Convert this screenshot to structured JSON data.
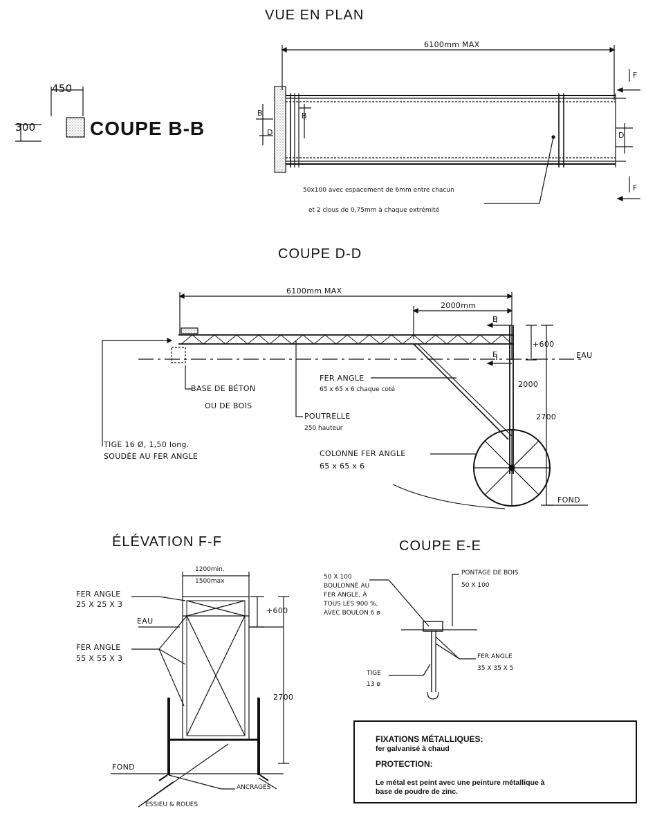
{
  "titles": {
    "vue_en_plan": "VUE EN PLAN",
    "coupe_bb": "COUPE B-B",
    "coupe_dd": "COUPE D-D",
    "elevation_ff": "ÉLÉVATION F-F",
    "coupe_ee": "COUPE E-E"
  },
  "coupe_bb": {
    "width": "450",
    "height": "300"
  },
  "plan": {
    "length": "6100mm MAX",
    "letters": {
      "b": "B",
      "d": "D",
      "f": "F"
    },
    "note_line1": "50x100 avec espacement de 6mm entre chacun",
    "note_line2": "et 2 clous de 0,75mm à chaque extrémité"
  },
  "dd": {
    "length": "6100mm MAX",
    "span": "2000mm",
    "letter_e": "E",
    "dim_600": "+600",
    "dim_2000": "2000",
    "dim_2700": "2700",
    "eau": "EAU",
    "fond": "FOND",
    "base_line1": "BASE DE BÉTON",
    "base_line2": "OU DE BOIS",
    "fer_angle_line1": "FER ANGLE",
    "fer_angle_line2": "65 x 65 x 6  chaque coté",
    "poutrelle_line1": "POUTRELLE",
    "poutrelle_line2": "250 hauteur",
    "tige_line1": "TIGE 16 Ø, 1,50 long.",
    "tige_line2": "SOUDÉE AU FER ANGLE",
    "colonne_line1": "COLONNE  FER  ANGLE",
    "colonne_line2": "65 x  65  x  6"
  },
  "ff": {
    "width_min": "1200min.",
    "width_max": "1500max",
    "fer_angle_top_line1": "FER ANGLE",
    "fer_angle_top_line2": "25 X 25 X 3",
    "fer_angle_mid_line1": "FER ANGLE",
    "fer_angle_mid_line2": "55 X 55 X 3",
    "eau": "EAU",
    "dim_600": "+600",
    "dim_2700": "2700",
    "fond": "FOND",
    "ancrages": "ANCRAGES",
    "essieu": "ESSIEU  &  ROUES"
  },
  "ee": {
    "bolt_line1": "50 X 100",
    "bolt_line2": "BOULONNÉ AU",
    "bolt_line3": "FER ANGLE, À",
    "bolt_line4": "TOUS LES 900 %,",
    "bolt_line5": "AVEC BOULON 6 ø",
    "pontage_line1": "PONTAGE  DE  BOIS",
    "pontage_line2": "50  X  100",
    "fer_angle_line1": "FER   ANGLE",
    "fer_angle_line2": "35 X 35 X 5",
    "tige_line1": "TIGE",
    "tige_line2": "13 ø"
  },
  "infobox": {
    "heading1": "FIXATIONS MÉTALLIQUES:",
    "text1": "fer galvanisé à chaud",
    "heading2": "PROTECTION:",
    "text2_line1": "Le métal est peint avec une peinture métallique à",
    "text2_line2": "base de poudre de zinc."
  }
}
